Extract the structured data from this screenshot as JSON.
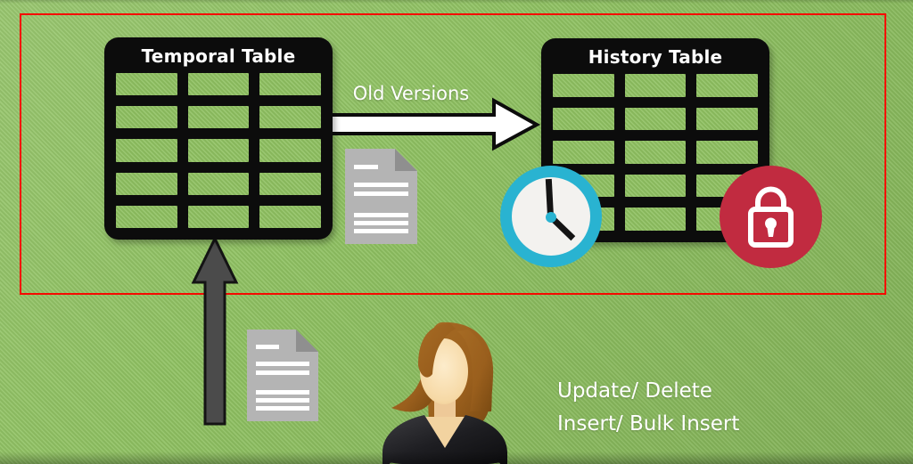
{
  "slide": {
    "background_color": "#8dc05f",
    "frame_border_color": "#f50a00"
  },
  "temporal_table": {
    "title": "Temporal Table",
    "rows": 5,
    "columns": 3,
    "fill_color": "#0c0c0c"
  },
  "history_table": {
    "title": "History Table",
    "rows": 5,
    "columns": 3,
    "fill_color": "#0c0c0c"
  },
  "flow": {
    "old_versions_label": "Old Versions"
  },
  "actions": {
    "line1": "Update/ Delete",
    "line2": "Insert/ Bulk Insert"
  },
  "icons": {
    "clock": {
      "name": "clock",
      "ring_color": "#29b3d1",
      "face_color": "#f3f2ef"
    },
    "lock": {
      "name": "padlock",
      "circle_color": "#c12b40",
      "glyph_color": "#ffffff"
    },
    "document": {
      "name": "document",
      "body_color": "#b4b4b4",
      "fold_color": "#8f8f8f"
    },
    "user": {
      "name": "business-woman"
    },
    "up_arrow_color": "#4b4b4b",
    "right_arrow_color": "#ffffff"
  }
}
